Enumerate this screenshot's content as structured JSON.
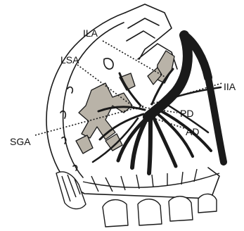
{
  "labels": {
    "ila": "ILA",
    "lsa": "LSA",
    "iia": "IIA",
    "pd": "PD",
    "ad": "AD",
    "sga": "SGA"
  },
  "colors": {
    "outline": "#1a1a1a",
    "muscle_fill": "#b9b3a8",
    "vessel": "#1a1a1a",
    "background": "#ffffff"
  }
}
